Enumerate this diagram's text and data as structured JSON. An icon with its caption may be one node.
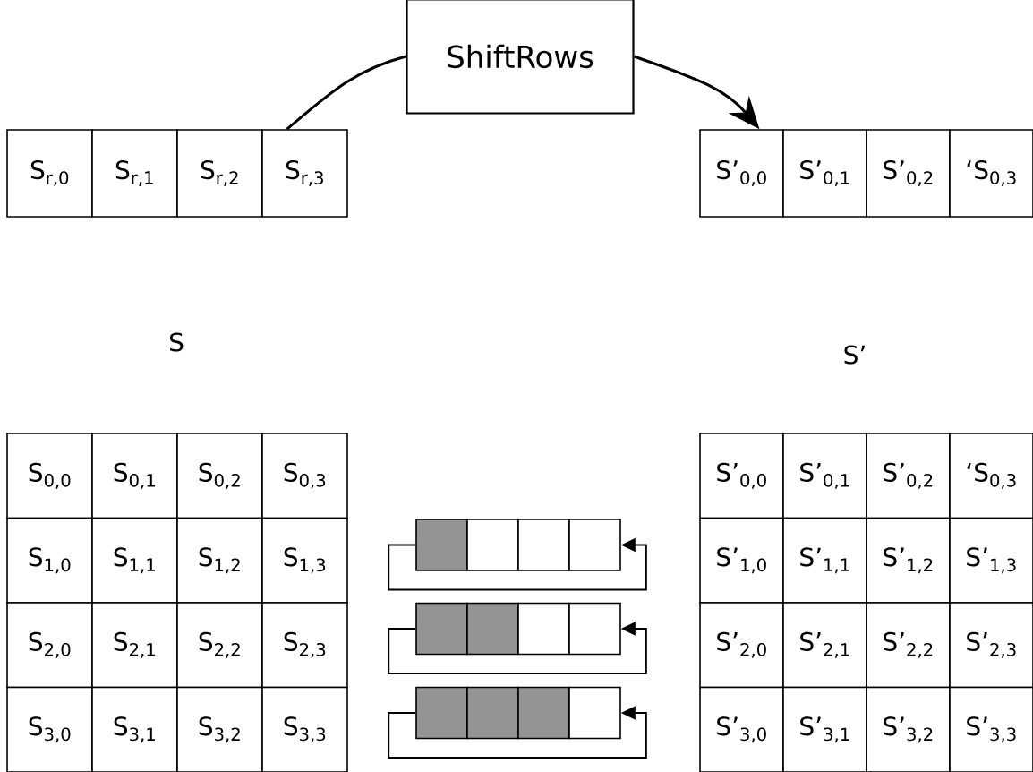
{
  "diagram": {
    "nodes": [
      {
        "text": [
          "ShiftRows"
        ]
      },
      {
        "text": [
          "S$_{r,0}$"
        ]
      },
      {
        "text": [
          "S$_{r,1}$"
        ]
      },
      {
        "text": [
          "S$_{r,2}$"
        ]
      },
      {
        "text": [
          "S$_{r,3}$"
        ]
      },
      {
        "text": [
          "S’$_{0,0}$"
        ]
      },
      {
        "text": [
          "S’$_{0,1}$"
        ]
      },
      {
        "text": [
          "S’$_{0,2}$"
        ]
      },
      {
        "text": [
          "‘S$_{0,3}$"
        ]
      },
      {
        "text": [
          "S$_{0,0}$"
        ]
      },
      {
        "text": [
          "S$_{0,1}$"
        ]
      },
      {
        "text": [
          "S$_{0,2}$"
        ]
      },
      {
        "text": [
          "S$_{0,3}$"
        ]
      },
      {
        "text": [
          "S$_{1,0}$"
        ]
      },
      {
        "text": [
          "S$_{1,1}$"
        ]
      },
      {
        "text": [
          "S$_{1,2}$"
        ]
      },
      {
        "text": [
          "S$_{1,3}$"
        ]
      },
      {
        "text": [
          "S$_{2,0}$"
        ]
      },
      {
        "text": [
          "S$_{2,1}$"
        ]
      },
      {
        "text": [
          "S$_{2,2}$"
        ]
      },
      {
        "text": [
          "S$_{2,3}$"
        ]
      },
      {
        "text": [
          "S$_{3,0}$"
        ]
      },
      {
        "text": [
          "S$_{3,1}$"
        ]
      },
      {
        "text": [
          "S$_{3,2}$"
        ]
      },
      {
        "text": [
          "S$_{3,3}$"
        ]
      },
      {
        "text": [],
        "shape": "box"
      },
      {
        "text": [],
        "shape": "box"
      },
      {
        "text": [],
        "shape": "box"
      },
      {
        "text": [],
        "shape": "box"
      },
      {
        "text": [],
        "shape": "box"
      },
      {
        "text": [],
        "shape": "box"
      },
      {
        "text": [],
        "shape": "box"
      },
      {
        "text": [],
        "shape": "box"
      },
      {
        "text": [],
        "shape": "box"
      },
      {
        "text": [],
        "shape": "box"
      },
      {
        "text": [],
        "shape": "box"
      },
      {
        "text": [],
        "shape": "box"
      },
      {
        "text": [
          "S’$_{0,0}$"
        ]
      },
      {
        "text": [
          "S’$_{0,1}$"
        ]
      },
      {
        "text": [
          "S’$_{0,2}$"
        ]
      },
      {
        "text": [
          "‘S$_{0,3}$"
        ]
      },
      {
        "text": [
          "S’$_{1,0}$"
        ]
      },
      {
        "text": [
          "S’$_{1,1}$"
        ]
      },
      {
        "text": [
          "S’$_{1,2}$"
        ]
      },
      {
        "text": [
          "S’$_{1,3}$"
        ]
      },
      {
        "text": [
          "S’$_{2,0}$"
        ]
      },
      {
        "text": [
          "S’$_{2,1}$"
        ]
      },
      {
        "text": [
          "S’$_{2,2}$"
        ]
      },
      {
        "text": [
          "S’$_{2,3}$"
        ]
      },
      {
        "text": [
          "S’$_{3,0}$"
        ]
      },
      {
        "text": [
          "S’$_{3,1}$"
        ]
      },
      {
        "text": [
          "S’$_{3,2}$"
        ]
      },
      {
        "text": [
          "S’$_{3,3}$"
        ]
      }
    ],
    "edges": [
      {
        "from": 4,
        "to": 0,
        "arrow": "none"
      },
      {
        "from": 0,
        "to": 5,
        "arrow": "to"
      },
      {
        "from": 25,
        "to": 28,
        "arrow": "to"
      },
      {
        "from": 29,
        "to": 32,
        "arrow": "to"
      },
      {
        "from": 33,
        "to": 36,
        "arrow": "to"
      }
    ],
    "labels": [
      "S",
      "S’"
    ]
  }
}
